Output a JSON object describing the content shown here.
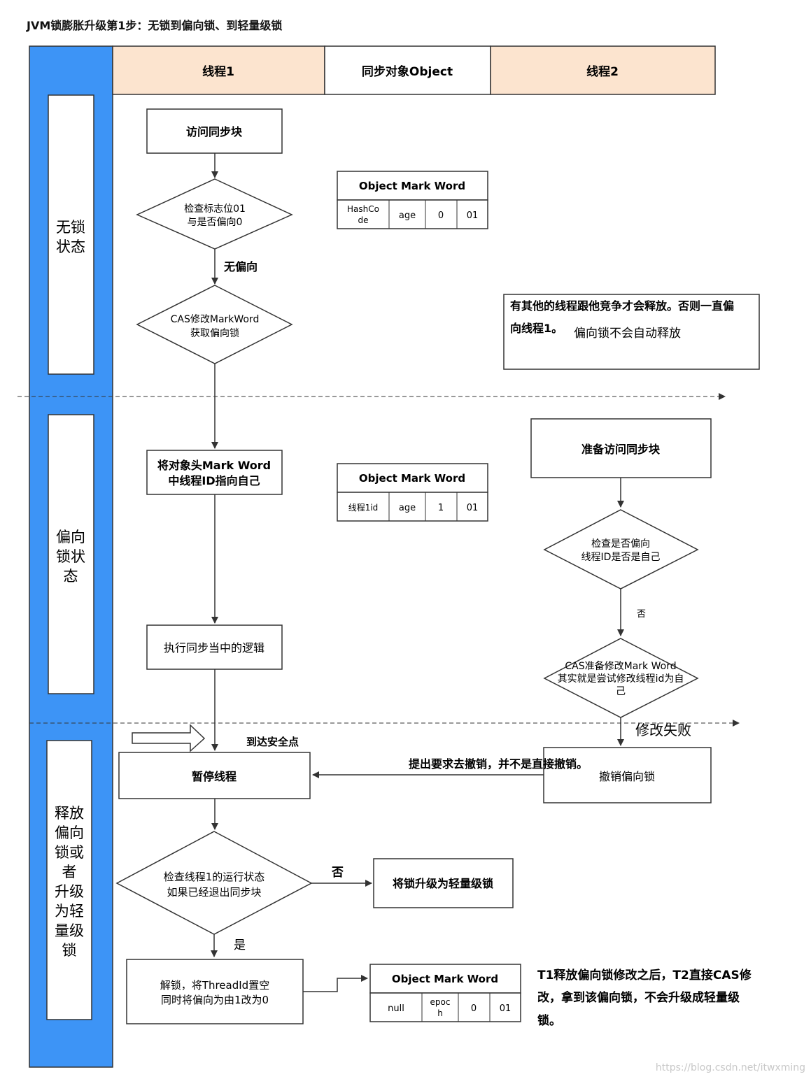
{
  "title": "JVM锁膨胀升级第1步：无锁到偏向锁、到轻量级锁",
  "lanes": {
    "thread1": "线程1",
    "object": "同步对象Object",
    "thread2": "线程2"
  },
  "states": {
    "unlocked": [
      "无锁",
      "状态"
    ],
    "biased": [
      "偏向",
      "锁状",
      "态"
    ],
    "release": [
      "释放",
      "偏向",
      "锁或",
      "者",
      "升级",
      "为轻",
      "量级",
      "锁"
    ]
  },
  "flow": {
    "access_sync": "访问同步块",
    "check_flag": [
      "检查标志位01",
      "与是否偏向0"
    ],
    "no_bias": "无偏向",
    "cas_modify": [
      "CAS修改MarkWord",
      "获取偏向锁"
    ],
    "set_thread_id": [
      "将对象头Mark Word",
      "中线程ID指向自己"
    ],
    "execute_logic": "执行同步当中的逻辑",
    "safe_point": "到达安全点",
    "pause_thread": "暂停线程",
    "check_t1": [
      "检查线程1的运行状态",
      "如果已经退出同步块"
    ],
    "no": "否",
    "yes": "是",
    "upgrade_light": "将锁升级为轻量级锁",
    "unlock": [
      "解锁，将ThreadId置空",
      "同时将偏向为由1改为0"
    ],
    "t2_prepare": "准备访问同步块",
    "t2_check": [
      "检查是否偏向",
      "线程ID是否是自己"
    ],
    "t2_no": "否",
    "t2_cas": [
      "CAS准备修改Mark Word",
      "其实就是尝试修改线程id为自",
      "己"
    ],
    "modify_fail": "修改失败",
    "revoke_request": "提出要求去撤销，并不是直接撤销。",
    "revoke_bias": "撤销偏向锁"
  },
  "markwords": [
    {
      "title": "Object Mark Word",
      "cells": [
        "HashCo\nde",
        "age",
        "0",
        "01"
      ]
    },
    {
      "title": "Object Mark Word",
      "cells": [
        "线程1id",
        "age",
        "1",
        "01"
      ]
    },
    {
      "title": "Object Mark Word",
      "cells": [
        "null",
        "epoc\nh",
        "0",
        "01"
      ]
    }
  ],
  "notes": {
    "competition_bold": [
      "有其他的线程跟他竞争才会释放。否则一直偏",
      "向线程1。"
    ],
    "competition_plain": "偏向锁不会自动释放",
    "t1_release": [
      "T1释放偏向锁修改之后，T2直接CAS修",
      "改，拿到该偏向锁，不会升级成轻量级",
      "锁。"
    ]
  },
  "watermark": "https://blog.csdn.net/itwxming",
  "colors": {
    "lane_header": "#fce4cf",
    "left_band": "#3d94f6",
    "stroke": "#333333"
  }
}
